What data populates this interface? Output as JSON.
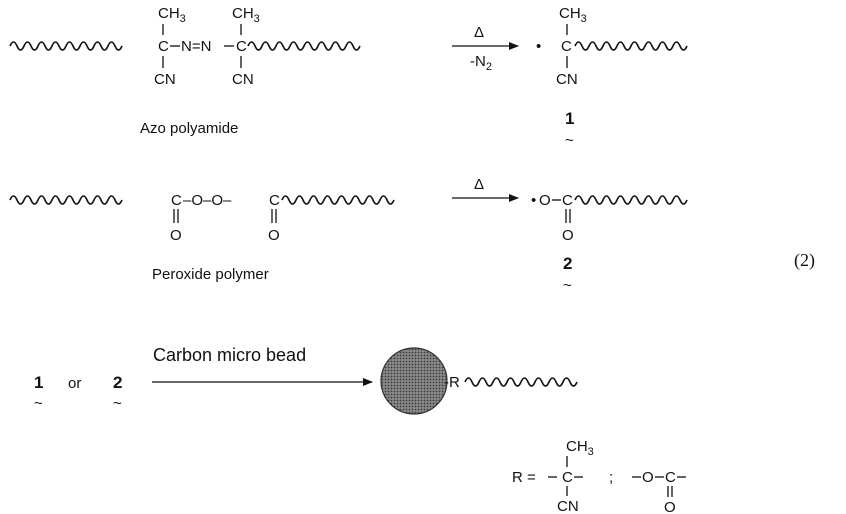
{
  "row1": {
    "left": {
      "ch3": "CH",
      "ch3_sub": "3",
      "c": "C",
      "dash": "–",
      "azo": "N=N",
      "cn": "CN"
    },
    "right": {
      "ch3": "CH",
      "ch3_sub": "3",
      "c": "C",
      "cn": "CN"
    },
    "caption": "Azo polyamide",
    "arrow_top": "Δ",
    "arrow_bottom_prefix": "-N",
    "arrow_bottom_sub": "2",
    "product": {
      "radical": "•",
      "ch3": "CH",
      "ch3_sub": "3",
      "c": "C",
      "cn": "CN"
    },
    "product_number": "1",
    "product_tilde": "~"
  },
  "row2": {
    "c": "C",
    "o": "O",
    "link": "–O–O–",
    "caption": "Peroxide polymer",
    "arrow_top": "Δ",
    "product": {
      "radical": "•",
      "o": "O",
      "c": "C"
    },
    "product_number": "2",
    "product_tilde": "~"
  },
  "equation_number": "(2)",
  "row3": {
    "reactant1": "1",
    "or": "or",
    "reactant2": "2",
    "tilde": "~",
    "arrow_label": "Carbon micro bead",
    "r_label": "-R",
    "colors": {
      "bead_fill": "#8a8a8a",
      "bead_edge": "#333333"
    }
  },
  "r_definition": {
    "r_eq": "R =",
    "ch3": "CH",
    "ch3_sub": "3",
    "c": "C",
    "cn": "CN",
    "semicolon": ";",
    "o": "O",
    "o_double": "O"
  }
}
